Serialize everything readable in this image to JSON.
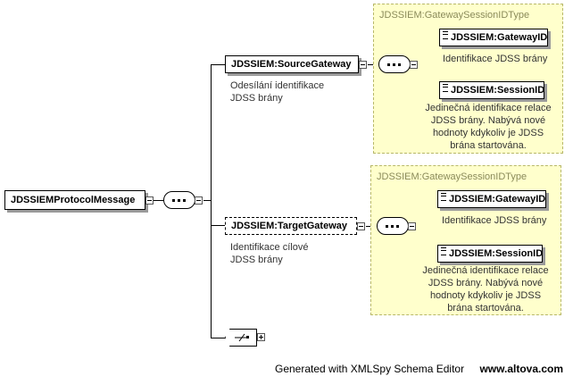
{
  "root": {
    "label": "JDSSIEMProtocolMessage"
  },
  "source": {
    "label": "JDSSIEM:SourceGateway",
    "note": [
      "Odesílání identifikace",
      "JDSS brány"
    ],
    "type_title": "JDSSIEM:GatewaySessionIDType",
    "gateway_id": {
      "label": "JDSSIEM:GatewayID",
      "note": [
        "Identifikace JDSS brány"
      ]
    },
    "session_id": {
      "label": "JDSSIEM:SessionID",
      "note": [
        "Jedinečná identifikace relace",
        "JDSS brány. Nabývá nové",
        "hodnoty kdykoliv je JDSS",
        "brána startována."
      ]
    }
  },
  "target": {
    "label": "JDSSIEM:TargetGateway",
    "note": [
      "Identifikace cílové",
      "JDSS brány"
    ],
    "type_title": "JDSSIEM:GatewaySessionIDType",
    "gateway_id": {
      "label": "JDSSIEM:GatewayID",
      "note": [
        "Identifikace JDSS brány"
      ]
    },
    "session_id": {
      "label": "JDSSIEM:SessionID",
      "note": [
        "Jedinečná identifikace relace",
        "JDSS brány. Nabývá nové",
        "hodnoty kdykoliv je JDSS",
        "brána startována."
      ]
    }
  },
  "footer": {
    "generated": "Generated with XMLSpy Schema Editor",
    "url": "www.altova.com"
  }
}
